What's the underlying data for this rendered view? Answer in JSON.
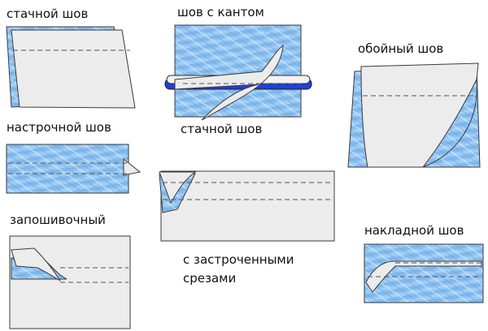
{
  "labels": {
    "stachnoy_1": "стачной шов",
    "s_kantom": "шов с кантом",
    "oboyny": "обойный шов",
    "nastrochnoy": "настрочной шов",
    "stachnoy_2": "стачной шов",
    "zaposhivochny": "запошивочный",
    "nakladnoy": "накладной шов",
    "zastrochennymi_line1": "с застроченными",
    "zastrochennymi_line2": "срезами"
  },
  "colors": {
    "fabric_blue": "#8ec3f0",
    "fabric_blue_dark": "#5f9fde",
    "paper_grey": "#ececec",
    "outline": "#3a3a3a",
    "dash": "#555555",
    "cord_blue": "#1f3fd6",
    "cord_white": "#ffffff"
  }
}
